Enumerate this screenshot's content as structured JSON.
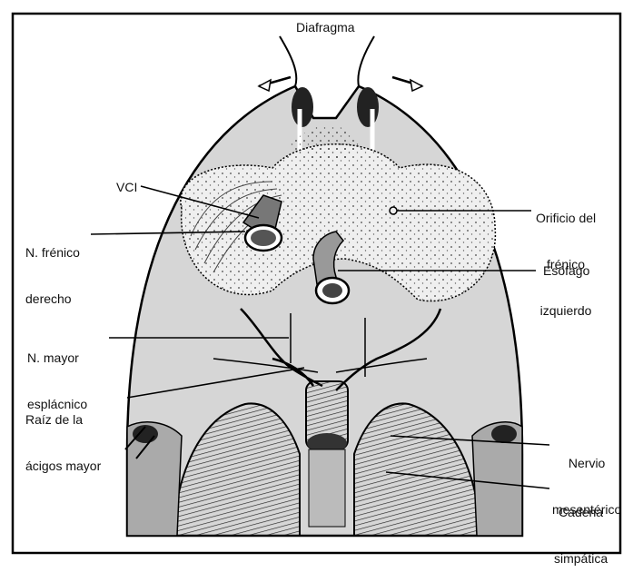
{
  "labels": {
    "diafragma": "Diafragma",
    "vci": "VCI",
    "frenico_derecho": [
      "N. frénico",
      "derecho"
    ],
    "orificio": [
      "Orificio del",
      "frénico",
      "izquierdo"
    ],
    "esofago": "Esófago",
    "mayor_esplacnico": [
      "N. mayor",
      "esplácnico"
    ],
    "raiz_acigos": [
      "Raíz de la",
      "ácigos mayor"
    ],
    "nervio_mesenterico": [
      "Nervio",
      "mesentérico"
    ],
    "cadena_simpatica": [
      "Cadena",
      "simpática"
    ]
  }
}
